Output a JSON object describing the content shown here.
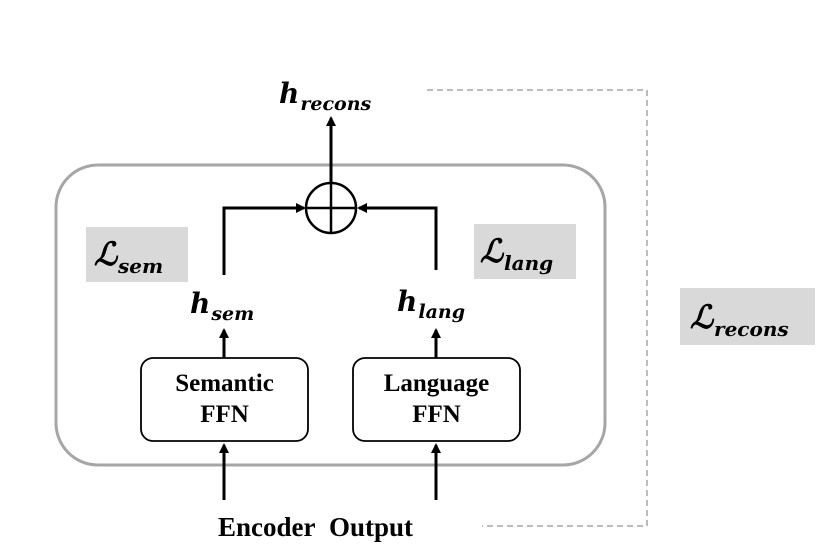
{
  "outputs": {
    "h_recons": {
      "base": "h",
      "sub": "recons"
    },
    "h_sem": {
      "base": "h",
      "sub": "sem"
    },
    "h_lang": {
      "base": "h",
      "sub": "lang"
    }
  },
  "losses": {
    "sem": {
      "symbol": "ℒ",
      "sub": "sem"
    },
    "lang": {
      "symbol": "ℒ",
      "sub": "lang"
    },
    "recons": {
      "symbol": "ℒ",
      "sub": "recons"
    }
  },
  "modules": {
    "semantic_ffn": {
      "line1": "Semantic",
      "line2": "FFN"
    },
    "language_ffn": {
      "line1": "Language",
      "line2": "FFN"
    }
  },
  "input": {
    "word1": "Encoder",
    "word2": "Output"
  },
  "colors": {
    "container_border": "#a6a6a6",
    "loss_background": "#d9d9d9",
    "dashed_line": "#a6a6a6",
    "line": "#000000"
  }
}
